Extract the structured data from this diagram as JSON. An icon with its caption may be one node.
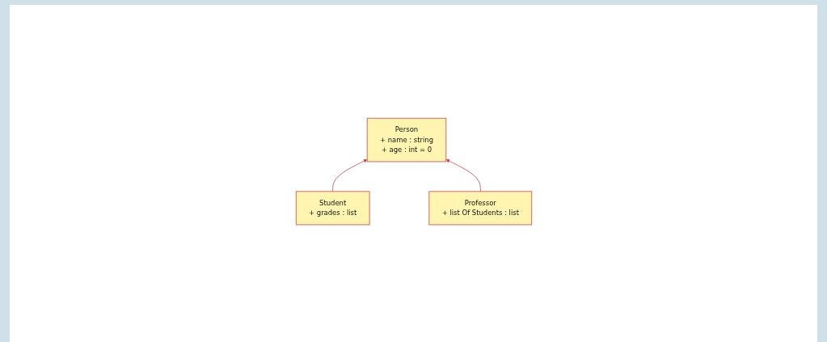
{
  "diagram": {
    "nodes": [
      {
        "text": [
          "Person",
          "+ name : string",
          "+ age : int = 0"
        ]
      },
      {
        "text": [
          "Student",
          "+ grades : list"
        ]
      },
      {
        "text": [
          "Professor",
          "+ list Of Students : list"
        ]
      }
    ],
    "edges": [
      {
        "from": 1,
        "to": 0,
        "arrow": "to"
      },
      {
        "from": 2,
        "to": 0,
        "arrow": "to"
      }
    ]
  }
}
